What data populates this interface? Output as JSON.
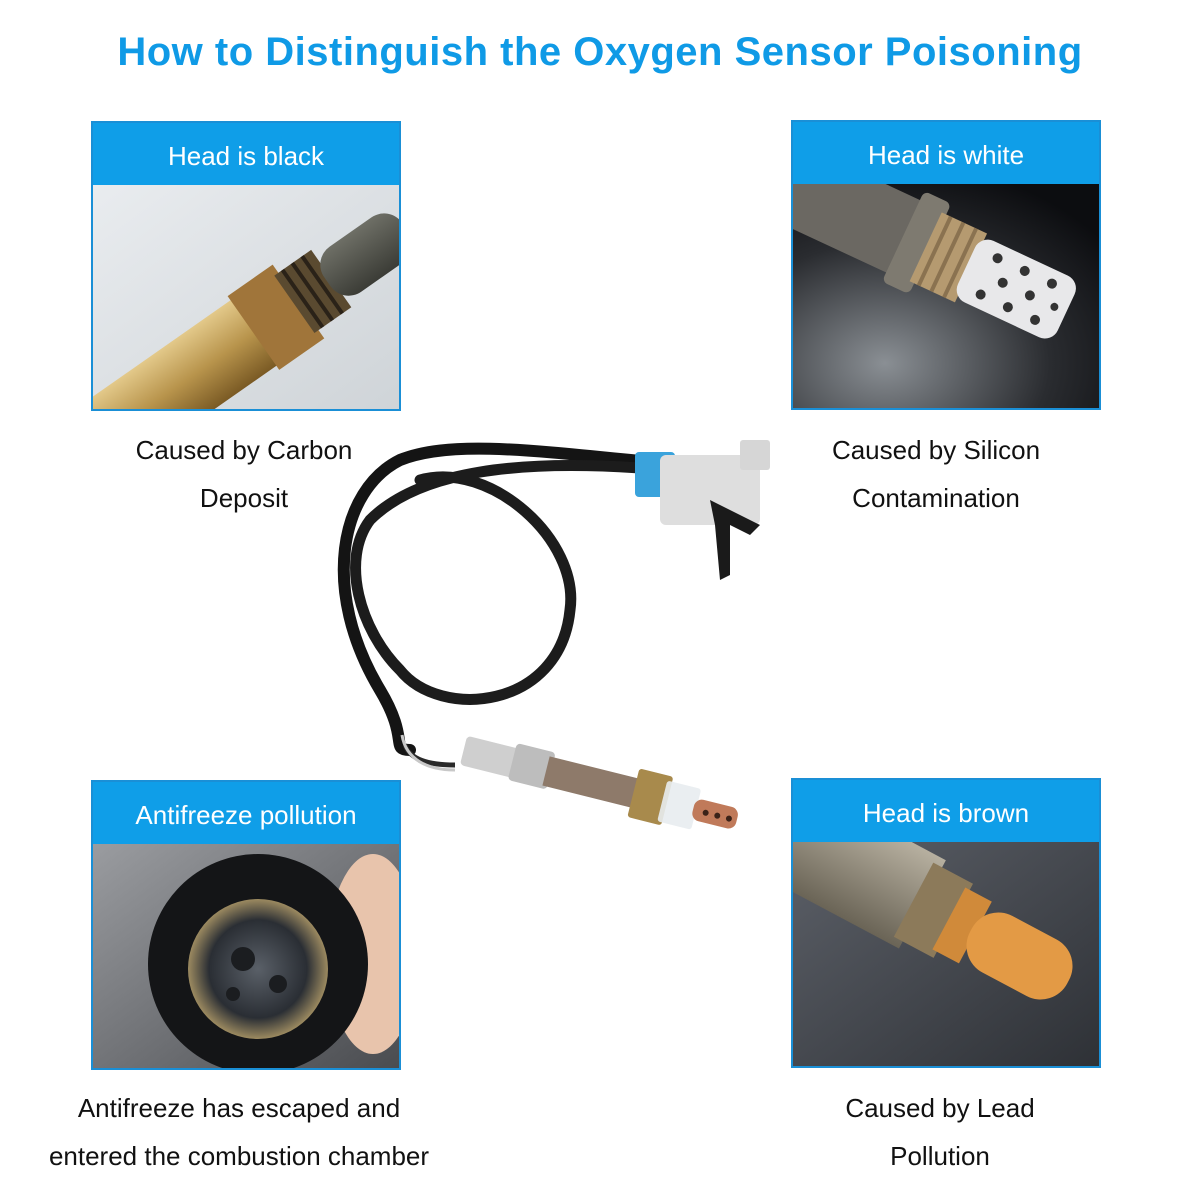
{
  "title": "How to Distinguish the Oxygen Sensor Poisoning",
  "colors": {
    "accent": "#0f9ee8",
    "title": "#0f9ae6",
    "caption": "#111111"
  },
  "cards": [
    {
      "id": "black",
      "heading": "Head is black",
      "caption_line1": "Caused by Carbon",
      "caption_line2": "Deposit",
      "photo": "sensor-head-black-carbon"
    },
    {
      "id": "white",
      "heading": "Head is white",
      "caption_line1": "Caused by Silicon",
      "caption_line2": "Contamination",
      "photo": "sensor-head-white-perforated"
    },
    {
      "id": "antifreeze",
      "heading": "Antifreeze pollution",
      "caption_line1": "Antifreeze has escaped and",
      "caption_line2": "entered the combustion chamber",
      "photo": "coolant-cap-contaminated"
    },
    {
      "id": "brown",
      "heading": "Head is brown",
      "caption_line1": "Caused by Lead",
      "caption_line2": "Pollution",
      "photo": "sensor-head-brown-lead"
    }
  ],
  "center_image": "oxygen-sensor-with-cable-and-connector"
}
